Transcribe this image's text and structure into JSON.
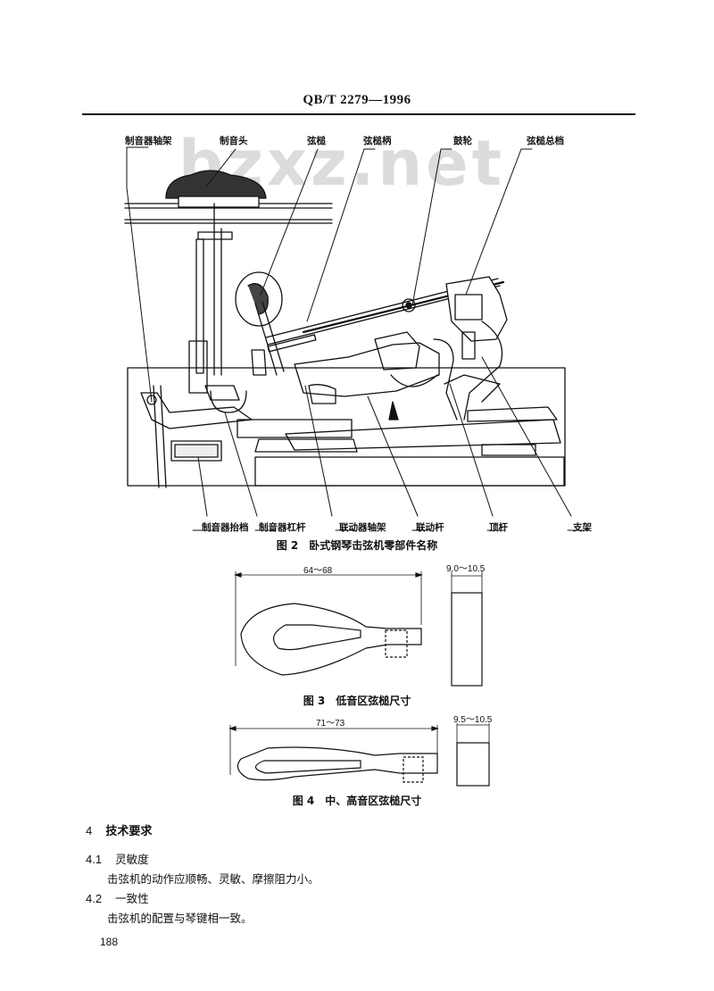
{
  "header": {
    "standard": "QB/T 2279—1996"
  },
  "watermark": {
    "text": "bzxz.net"
  },
  "figure2": {
    "caption": "图 2　卧式钢琴击弦机零部件名称",
    "labels_top": [
      "制音器轴架",
      "制音头",
      "弦槌",
      "弦槌柄",
      "鼓轮",
      "弦槌总档"
    ],
    "labels_bottom": [
      "制音器抬档",
      "制音器杠杆",
      "联动器轴架",
      "联动杆",
      "顶杆",
      "支架"
    ]
  },
  "figure3": {
    "caption": "图 3　低音区弦槌尺寸",
    "length_label": "64～68",
    "width_label": "9.0～10.5"
  },
  "figure4": {
    "caption": "图 4　中、高音区弦槌尺寸",
    "length_label": "71～73",
    "width_label": "9.5～10.5"
  },
  "section4": {
    "number": "4",
    "title": "技术要求",
    "clauses": [
      {
        "number": "4.1",
        "title": "灵敏度",
        "text": "击弦机的动作应顺畅、灵敏、摩擦阻力小。"
      },
      {
        "number": "4.2",
        "title": "一致性",
        "text": "击弦机的配置与琴键相一致。"
      }
    ]
  },
  "footer": {
    "page_number": "188"
  }
}
